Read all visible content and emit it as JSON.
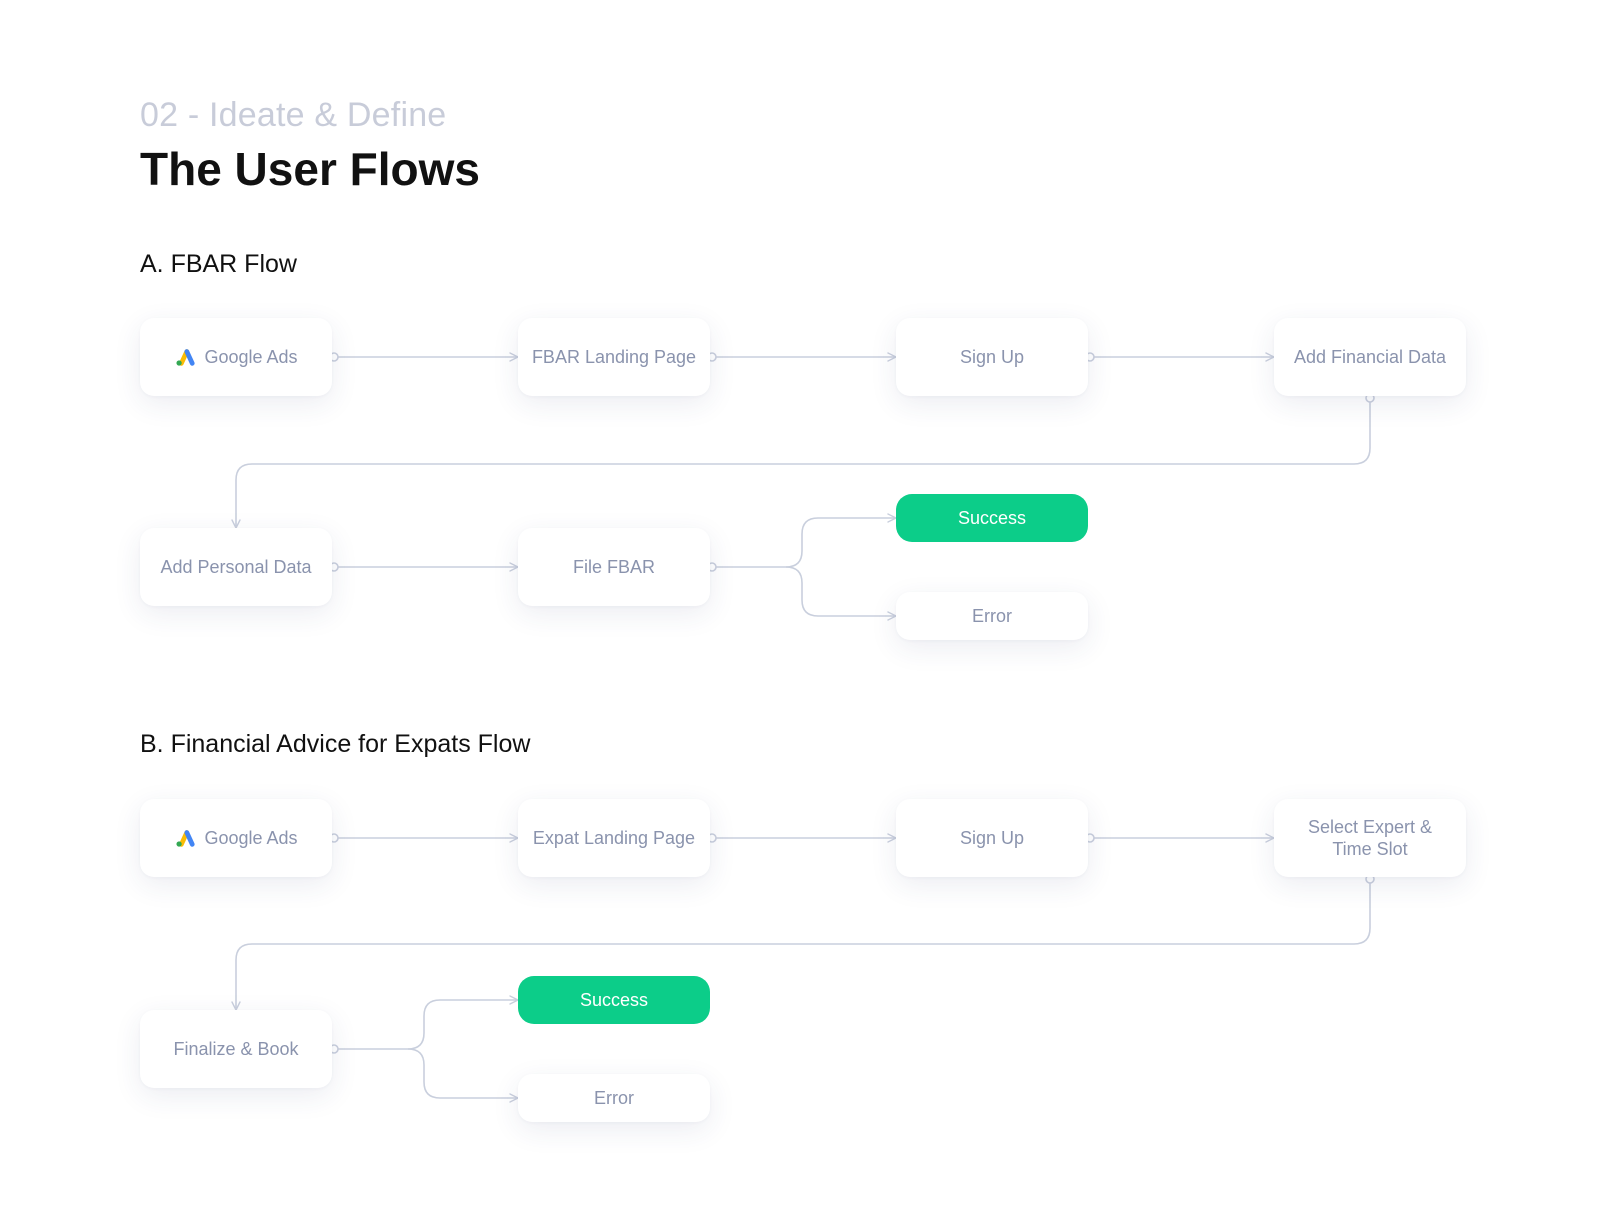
{
  "header": {
    "eyebrow": "02 - Ideate & Define",
    "title": "The User Flows"
  },
  "colors": {
    "success": "#0ccd89",
    "node_text": "#8a93ad",
    "connector": "#c9cfdd",
    "eyebrow": "#c8ccd9"
  },
  "flow_a": {
    "title": "A. FBAR Flow",
    "nodes": {
      "google_ads": {
        "label": "Google Ads",
        "icon": "google-ads-icon"
      },
      "landing": "FBAR Landing Page",
      "signup": "Sign Up",
      "add_financial": "Add Financial Data",
      "add_personal": "Add Personal Data",
      "file_fbar": "File FBAR",
      "success": "Success",
      "error": "Error"
    }
  },
  "flow_b": {
    "title": "B. Financial Advice for Expats Flow",
    "nodes": {
      "google_ads": {
        "label": "Google Ads",
        "icon": "google-ads-icon"
      },
      "landing": "Expat Landing Page",
      "signup": "Sign Up",
      "select_expert": "Select Expert & Time Slot",
      "finalize": "Finalize & Book",
      "success": "Success",
      "error": "Error"
    }
  }
}
